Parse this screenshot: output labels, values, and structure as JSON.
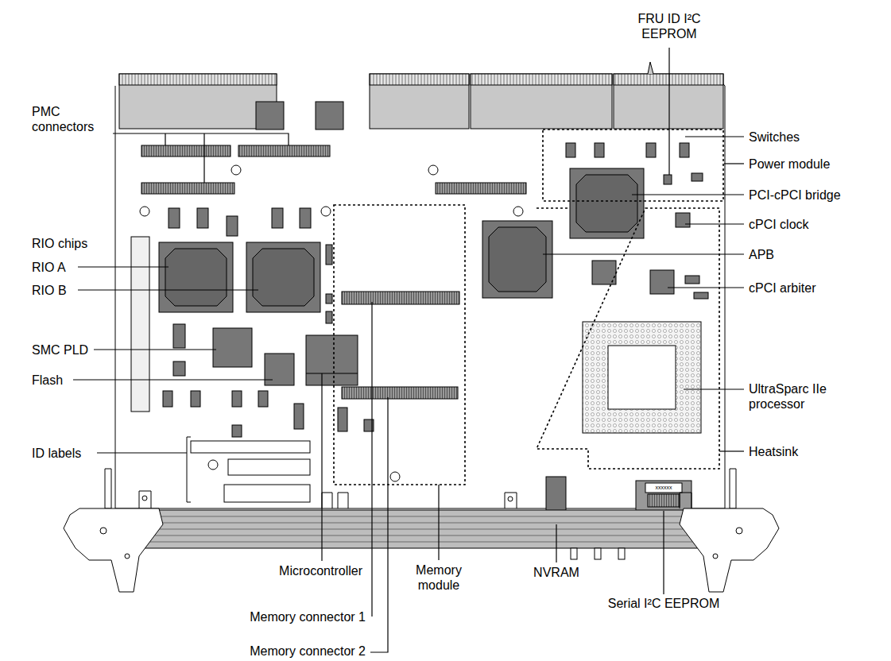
{
  "diagram": {
    "labels": [
      "FRU ID I²C EEPROM",
      "PMC connectors",
      "Switches",
      "Power module",
      "PCI-cPCI bridge",
      "cPCI clock",
      "RIO chips",
      "RIO A",
      "APB",
      "RIO B",
      "cPCI arbiter",
      "SMC PLD",
      "Flash",
      "UltraSparc IIe processor",
      "Heatsink",
      "ID labels",
      "xxxxxx",
      "Microcontroller",
      "Memory module",
      "NVRAM",
      "Serial I²C EEPROM",
      "Memory connector 1",
      "Memory connector 2"
    ]
  }
}
